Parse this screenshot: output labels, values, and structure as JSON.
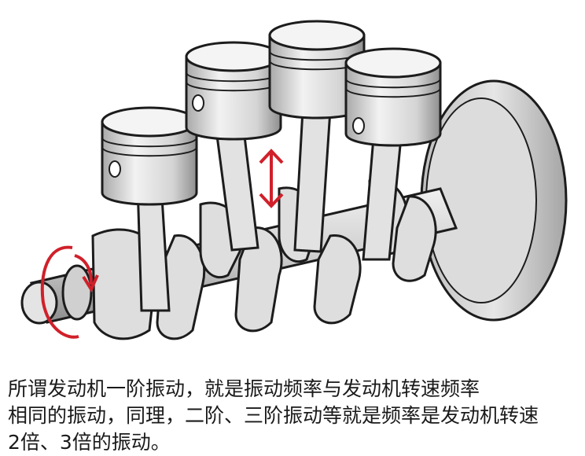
{
  "figure": {
    "subject": "inline four-cylinder crankshaft with pistons and flywheel",
    "colors": {
      "outline": "#1c1c1c",
      "metal_light": "#e9e9e9",
      "metal_mid": "#c8c8c8",
      "metal_dark": "#9c9c9c",
      "arrow_red": "#d0202a"
    },
    "icons": [
      "rotation-arrow-icon",
      "up-down-arrow-icon"
    ]
  },
  "caption": {
    "line1": "所谓发动机一阶振动，就是振动频率与发动机转速频率",
    "line2": "相同的振动，同理，二阶、三阶振动等就是频率是发动机转速",
    "line3": "2倍、3倍的振动。"
  }
}
